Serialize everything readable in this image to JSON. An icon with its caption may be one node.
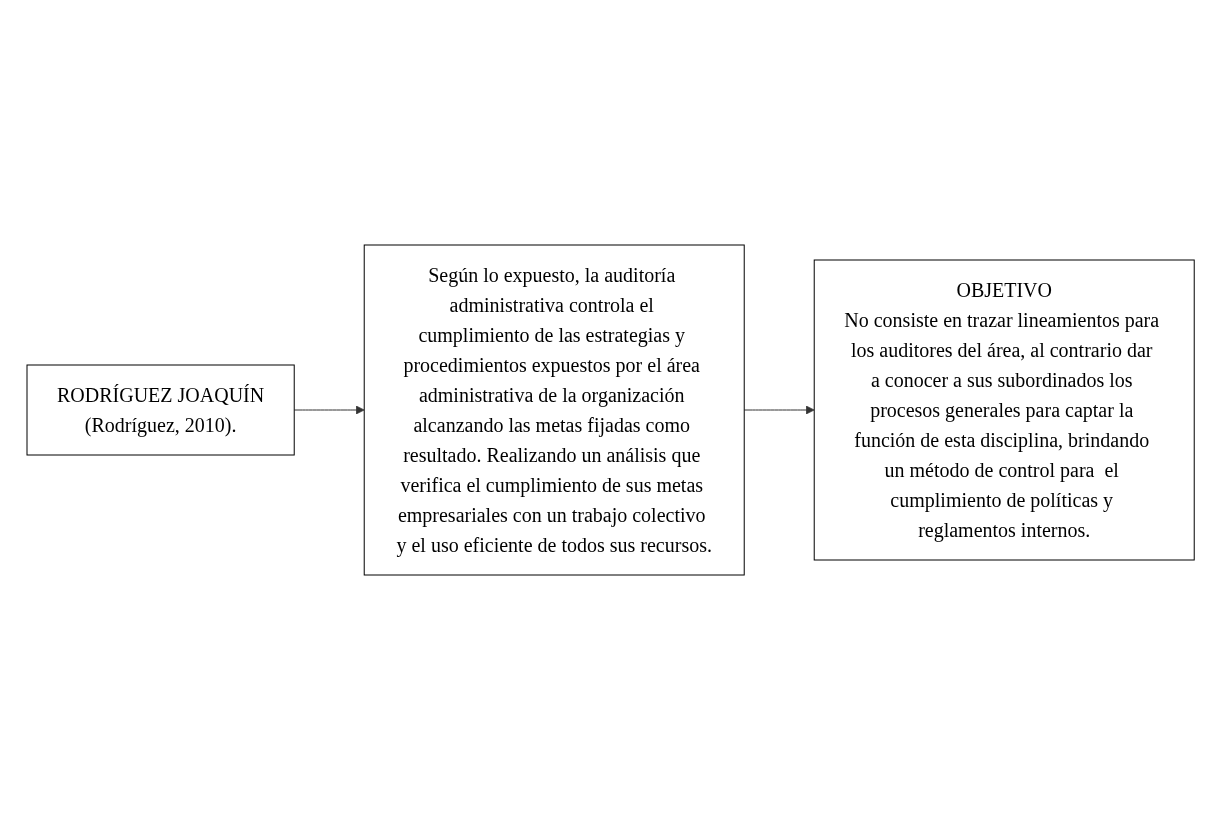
{
  "diagram": {
    "nodes": [
      {
        "text": [
          "RODRÍGUEZ JOAQUÍN",
          "(Rodríguez, 2010)."
        ]
      },
      {
        "text": [
          "Según lo expuesto, la auditoría administrativa controla el cumplimiento de las estrategias y procedimientos expuestos por el área administrativa de la organización alcanzando las metas fijadas como resultado. Realizando un análisis que verifica el cumplimiento de sus metas empresariales con un trabajo colectivo y el uso eficiente de todos sus recursos."
        ]
      },
      {
        "text": [
          "OBJETIVO",
          "No consiste en trazar lineamientos para los auditores del área, al contrario dar a conocer a sus subordinados los procesos generales para captar la función de esta disciplina, brindando un método de control para  el cumplimiento de políticas y reglamentos internos."
        ]
      }
    ],
    "edges": [
      {
        "from": 0,
        "to": 1,
        "arrow": "to"
      },
      {
        "from": 1,
        "to": 2,
        "arrow": "to"
      }
    ]
  }
}
